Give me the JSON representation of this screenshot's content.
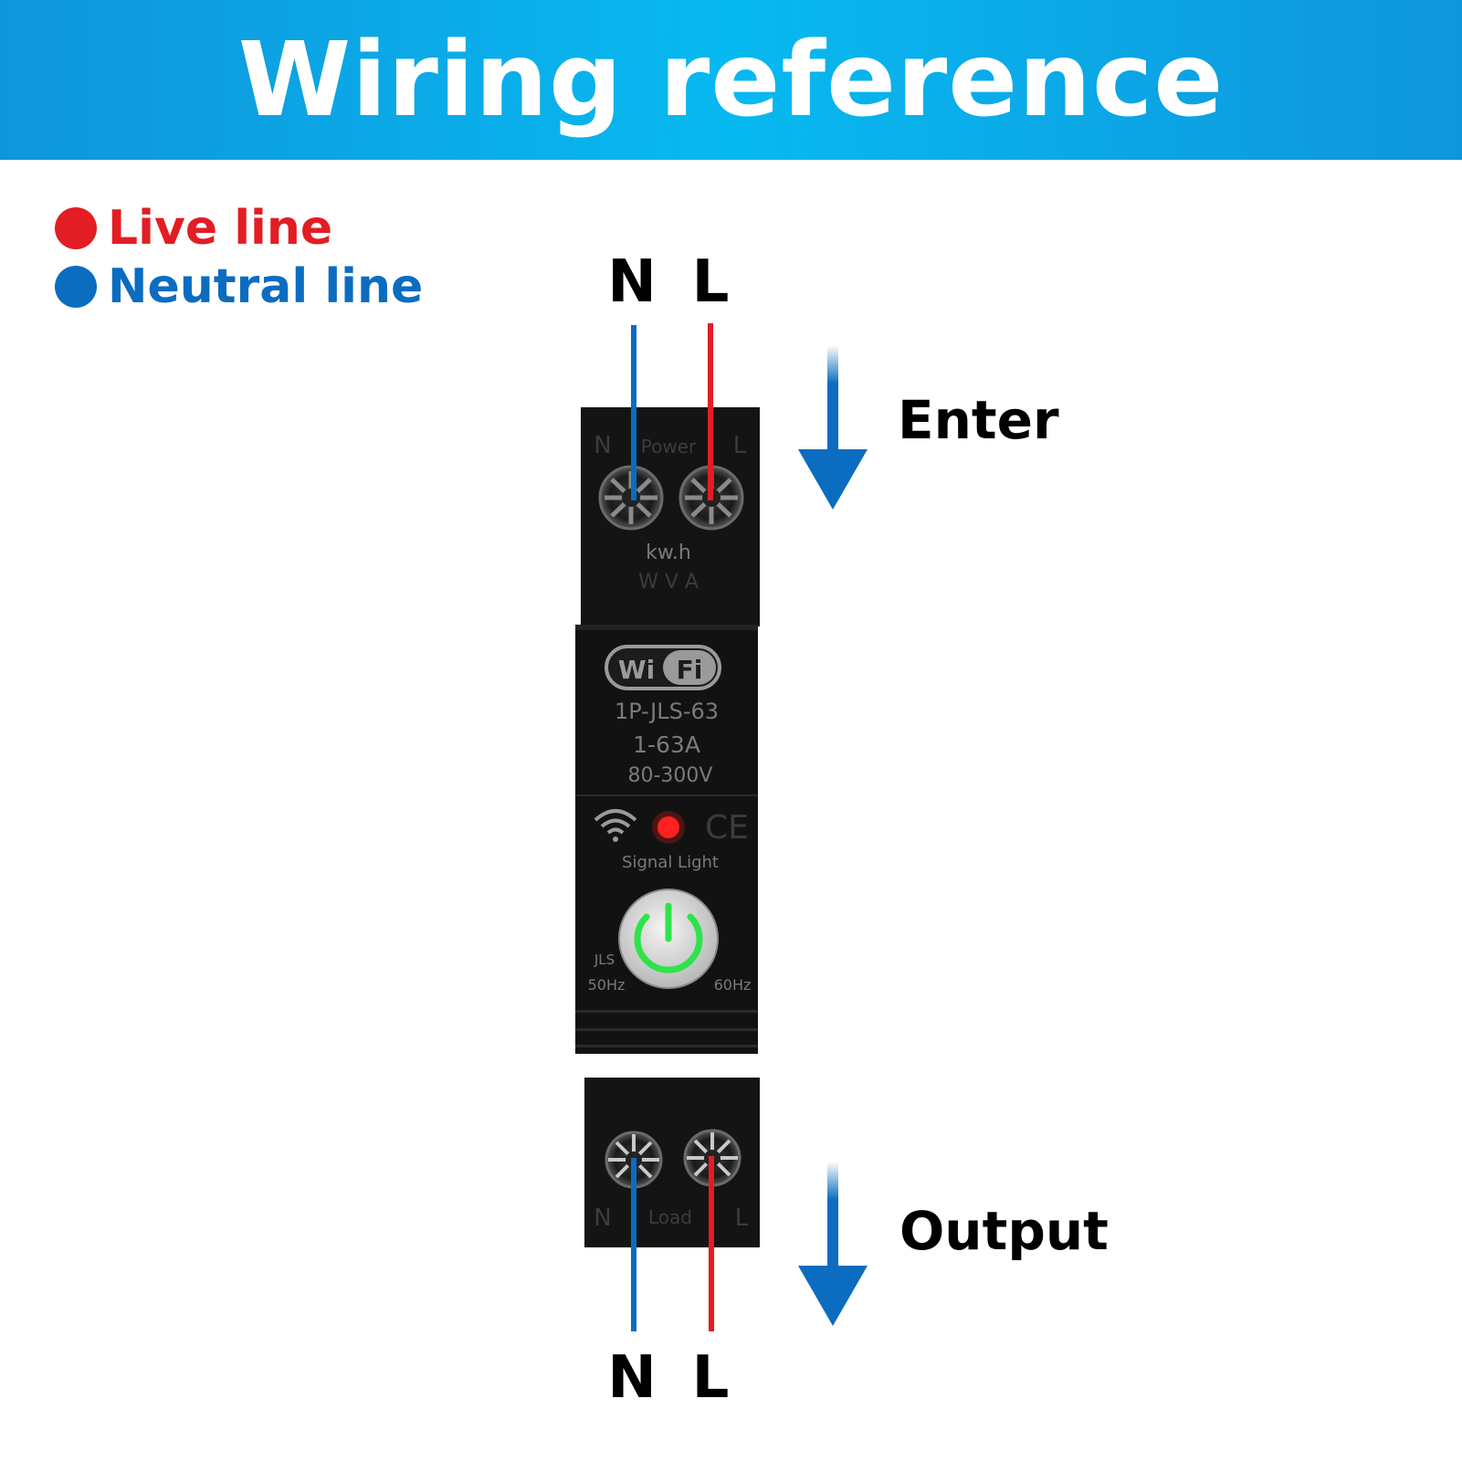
{
  "title": "Wiring reference",
  "legend": {
    "live": {
      "label": "Live line",
      "color": "#e21d24"
    },
    "neutral": {
      "label": "Neutral line",
      "color": "#0b6cc0"
    }
  },
  "terminals": {
    "top_n": "N",
    "top_l": "L",
    "bottom_n": "N",
    "bottom_l": "L"
  },
  "directions": {
    "enter": "Enter",
    "output": "Output"
  },
  "device": {
    "top_n": "N",
    "top_power": "Power",
    "top_l": "L",
    "kwh": "kw.h",
    "indicators": "W V A",
    "wifi_wi": "Wi",
    "wifi_fi": "Fi",
    "model": "1P-JLS-63",
    "current": "1-63A",
    "voltage": "80-300V",
    "ce": "CE",
    "signal": "Signal Light",
    "jls": "JLS",
    "hz50": "50Hz",
    "hz60": "60Hz",
    "bottom_n": "N",
    "bottom_load": "Load",
    "bottom_l": "L",
    "body_color": "#121212",
    "power_ring_color": "#2ee34a",
    "led_color": "#ff2020"
  },
  "header_color": "#0aa6e6",
  "arrow_color": "#0b6cc0"
}
